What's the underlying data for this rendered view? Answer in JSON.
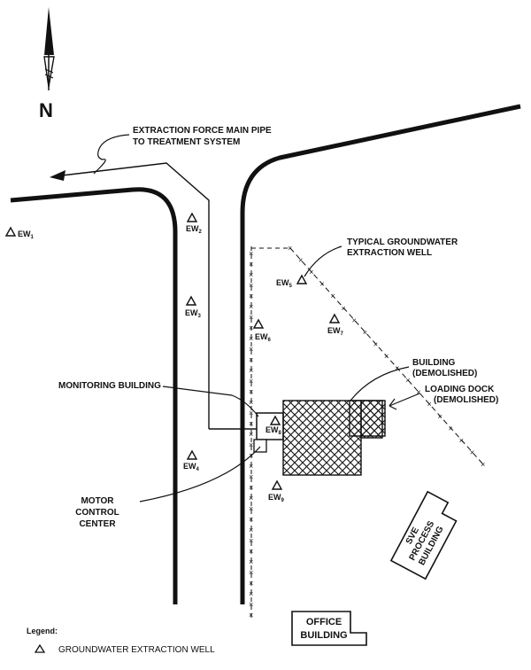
{
  "north": {
    "label": "N"
  },
  "labels": {
    "force_main_1": "EXTRACTION FORCE MAIN PIPE",
    "force_main_2": "TO TREATMENT SYSTEM",
    "typical_well_1": "TYPICAL GROUNDWATER",
    "typical_well_2": "EXTRACTION WELL",
    "monitoring_building": "MONITORING BUILDING",
    "building_1": "BUILDING",
    "building_2": "(DEMOLISHED)",
    "loading_dock_1": "LOADING DOCK",
    "loading_dock_2": "(DEMOLISHED)",
    "motor_1": "MOTOR",
    "motor_2": "CONTROL",
    "motor_3": "CENTER",
    "sve_1": "SVE",
    "sve_2": "PROCESS",
    "sve_3": "BUILDING",
    "office_1": "OFFICE",
    "office_2": "BUILDING"
  },
  "wells": [
    {
      "id": "EW1",
      "label": "EW",
      "sub": "1"
    },
    {
      "id": "EW2",
      "label": "EW",
      "sub": "2"
    },
    {
      "id": "EW3",
      "label": "EW",
      "sub": "3"
    },
    {
      "id": "EW4",
      "label": "EW",
      "sub": "4"
    },
    {
      "id": "EW5",
      "label": "EW",
      "sub": "5"
    },
    {
      "id": "EW6",
      "label": "EW",
      "sub": "6"
    },
    {
      "id": "EW7",
      "label": "EW",
      "sub": "7"
    },
    {
      "id": "EW8",
      "label": "EW",
      "sub": "8"
    },
    {
      "id": "EW9",
      "label": "EW",
      "sub": "9"
    }
  ],
  "legend": {
    "title": "Legend:",
    "item": "GROUNDWATER EXTRACTION WELL"
  }
}
